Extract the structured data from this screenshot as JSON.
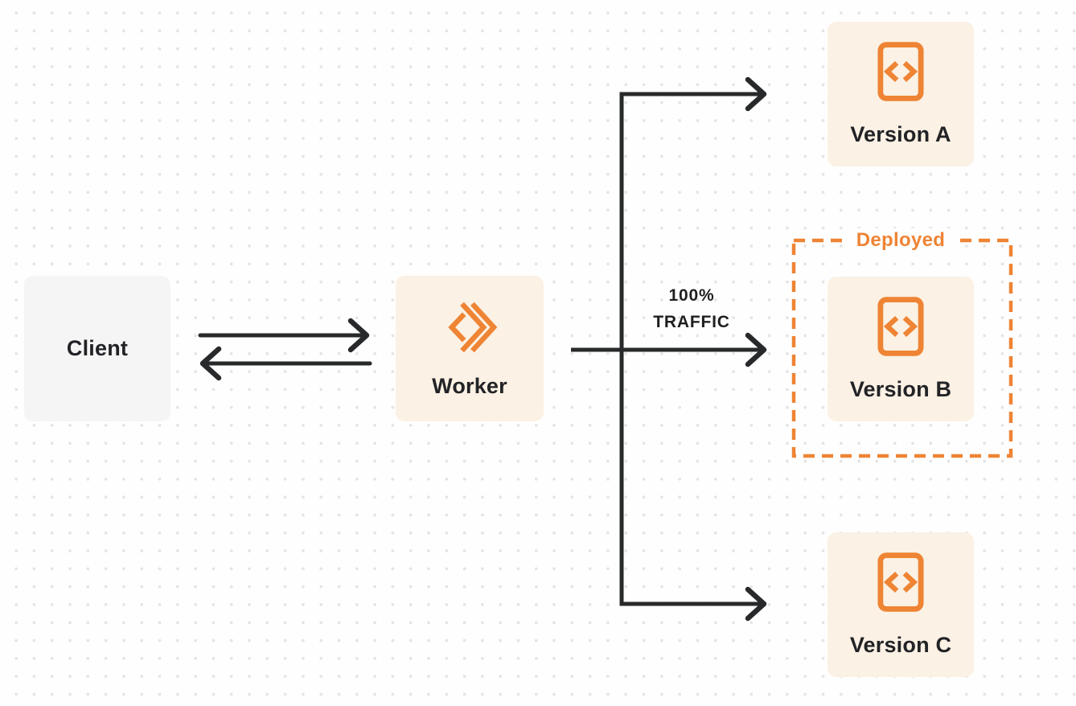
{
  "diagram": {
    "title": "worker-gradual-deployments-diagram",
    "client": {
      "label": "Client"
    },
    "worker": {
      "label": "Worker",
      "icon": "workers-logo-icon"
    },
    "traffic": {
      "line1": "100%",
      "line2": "TRAFFIC"
    },
    "deployed": {
      "label": "Deployed"
    },
    "versions": [
      {
        "label": "Version A",
        "icon": "code-file-icon",
        "deployed": false
      },
      {
        "label": "Version B",
        "icon": "code-file-icon",
        "deployed": true
      },
      {
        "label": "Version C",
        "icon": "code-file-icon",
        "deployed": false
      }
    ],
    "colors": {
      "accent_orange": "#EE8434",
      "node_cream": "#FBF1E4",
      "node_gray": "#F5F5F6",
      "line_dark": "#28292B",
      "label_dark": "#222326",
      "dot_gray": "#E4E4E4",
      "page_background": "#FEFEFE"
    }
  }
}
